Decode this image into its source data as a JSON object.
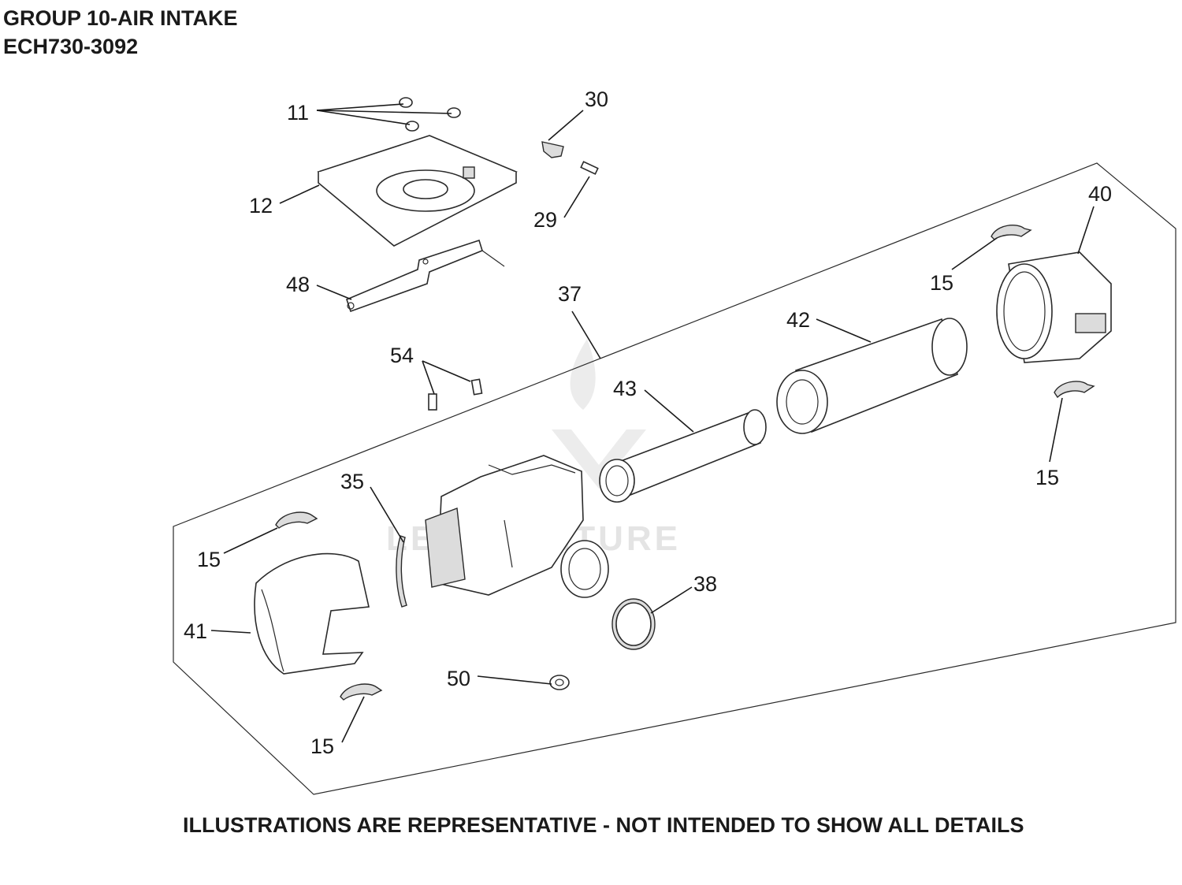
{
  "header": {
    "group": "GROUP 10-AIR INTAKE",
    "model": "ECH730-3092"
  },
  "footer": "ILLUSTRATIONS ARE REPRESENTATIVE - NOT INTENDED TO SHOW ALL DETAILS",
  "watermark": "LEADVENTURE",
  "callouts": {
    "c11": "11",
    "c30": "30",
    "c12": "12",
    "c29": "29",
    "c40": "40",
    "c15a": "15",
    "c48": "48",
    "c37": "37",
    "c42": "42",
    "c54": "54",
    "c43": "43",
    "c15b": "15",
    "c35": "35",
    "c15c": "15",
    "c38": "38",
    "c41": "41",
    "c50": "50",
    "c15d": "15"
  }
}
